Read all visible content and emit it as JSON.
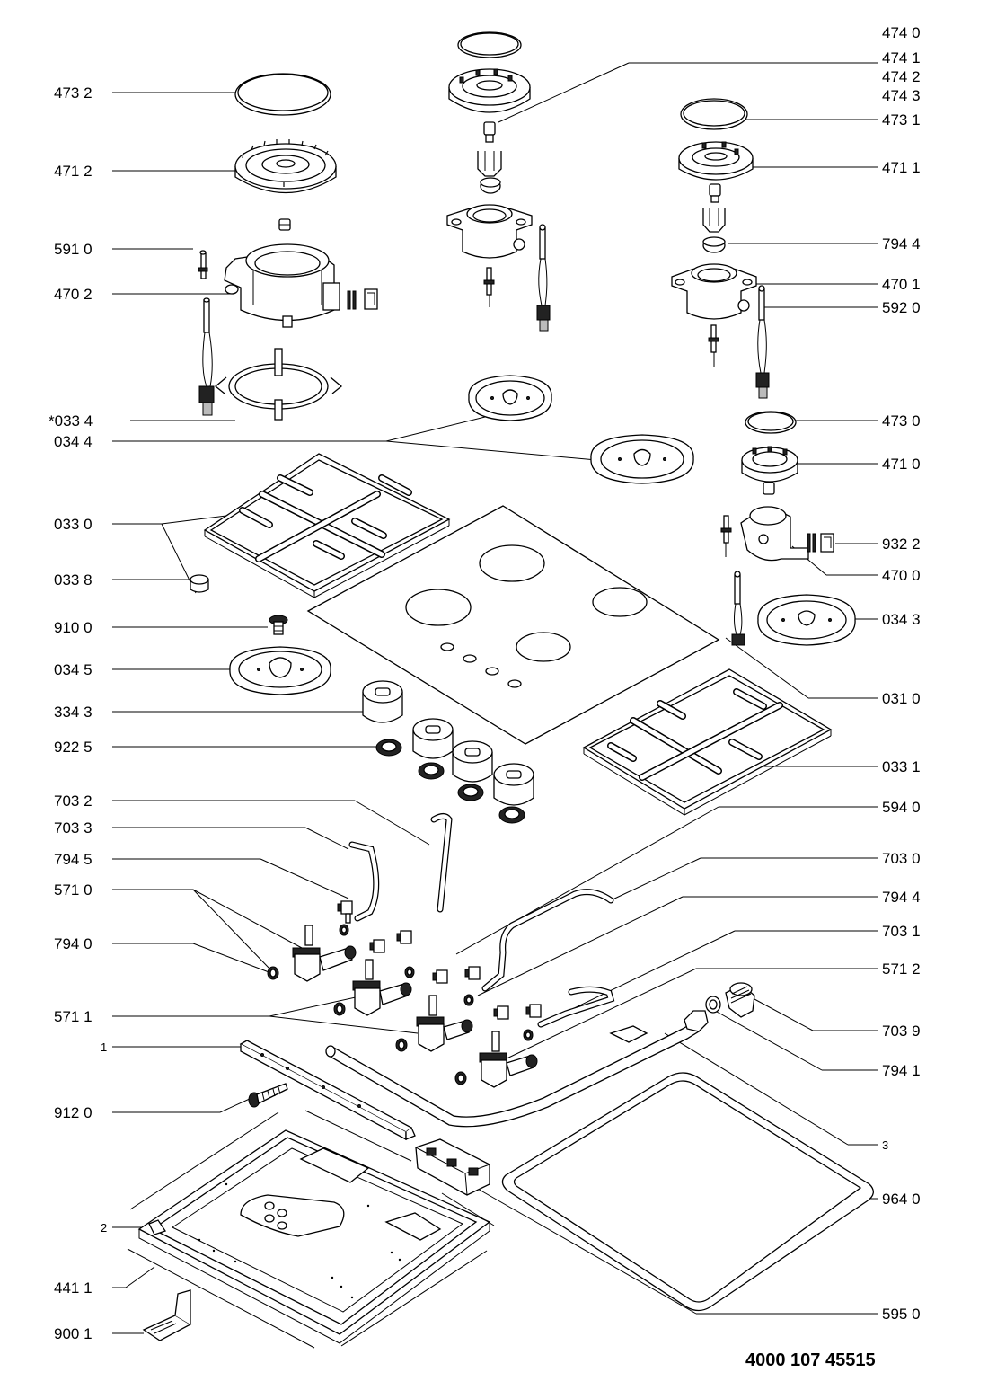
{
  "labels_left": [
    {
      "id": "l-473-2",
      "text": "473 2"
    },
    {
      "id": "l-471-2",
      "text": "471 2"
    },
    {
      "id": "l-591-0",
      "text": "591 0"
    },
    {
      "id": "l-470-2",
      "text": "470 2"
    },
    {
      "id": "l-033-4s",
      "text": "*033 4"
    },
    {
      "id": "l-034-4",
      "text": "034 4"
    },
    {
      "id": "l-033-0",
      "text": "033 0"
    },
    {
      "id": "l-033-8",
      "text": "033 8"
    },
    {
      "id": "l-910-0",
      "text": "910 0"
    },
    {
      "id": "l-034-5",
      "text": "034 5"
    },
    {
      "id": "l-334-3",
      "text": "334 3"
    },
    {
      "id": "l-922-5",
      "text": "922 5"
    },
    {
      "id": "l-703-2",
      "text": "703 2"
    },
    {
      "id": "l-703-3",
      "text": "703 3"
    },
    {
      "id": "l-794-5",
      "text": "794 5"
    },
    {
      "id": "l-571-0",
      "text": "571 0"
    },
    {
      "id": "l-794-0",
      "text": "794 0"
    },
    {
      "id": "l-571-1",
      "text": "571 1"
    },
    {
      "id": "l-1",
      "text": "1"
    },
    {
      "id": "l-912-0",
      "text": "912 0"
    },
    {
      "id": "l-2",
      "text": "2"
    },
    {
      "id": "l-441-1",
      "text": "441 1"
    },
    {
      "id": "l-900-1",
      "text": "900 1"
    }
  ],
  "labels_right": [
    {
      "id": "r-474-0",
      "text": "474 0"
    },
    {
      "id": "r-474-1",
      "text": "474 1"
    },
    {
      "id": "r-474-2",
      "text": "474 2"
    },
    {
      "id": "r-474-3",
      "text": "474 3"
    },
    {
      "id": "r-473-1",
      "text": "473 1"
    },
    {
      "id": "r-471-1",
      "text": "471 1"
    },
    {
      "id": "r-794-4a",
      "text": "794 4"
    },
    {
      "id": "r-470-1",
      "text": "470 1"
    },
    {
      "id": "r-592-0",
      "text": "592 0"
    },
    {
      "id": "r-473-0",
      "text": "473 0"
    },
    {
      "id": "r-471-0",
      "text": "471 0"
    },
    {
      "id": "r-932-2",
      "text": "932 2"
    },
    {
      "id": "r-470-0",
      "text": "470 0"
    },
    {
      "id": "r-034-3",
      "text": "034 3"
    },
    {
      "id": "r-031-0",
      "text": "031 0"
    },
    {
      "id": "r-033-1",
      "text": "033 1"
    },
    {
      "id": "r-594-0",
      "text": "594 0"
    },
    {
      "id": "r-703-0",
      "text": "703 0"
    },
    {
      "id": "r-794-4b",
      "text": "794 4"
    },
    {
      "id": "r-703-1",
      "text": "703 1"
    },
    {
      "id": "r-571-2",
      "text": "571 2"
    },
    {
      "id": "r-703-9",
      "text": "703 9"
    },
    {
      "id": "r-794-1",
      "text": "794 1"
    },
    {
      "id": "r-3",
      "text": "3"
    },
    {
      "id": "r-964-0",
      "text": "964 0"
    },
    {
      "id": "r-595-0",
      "text": "595 0"
    }
  ],
  "document_number": "4000 107 45515"
}
